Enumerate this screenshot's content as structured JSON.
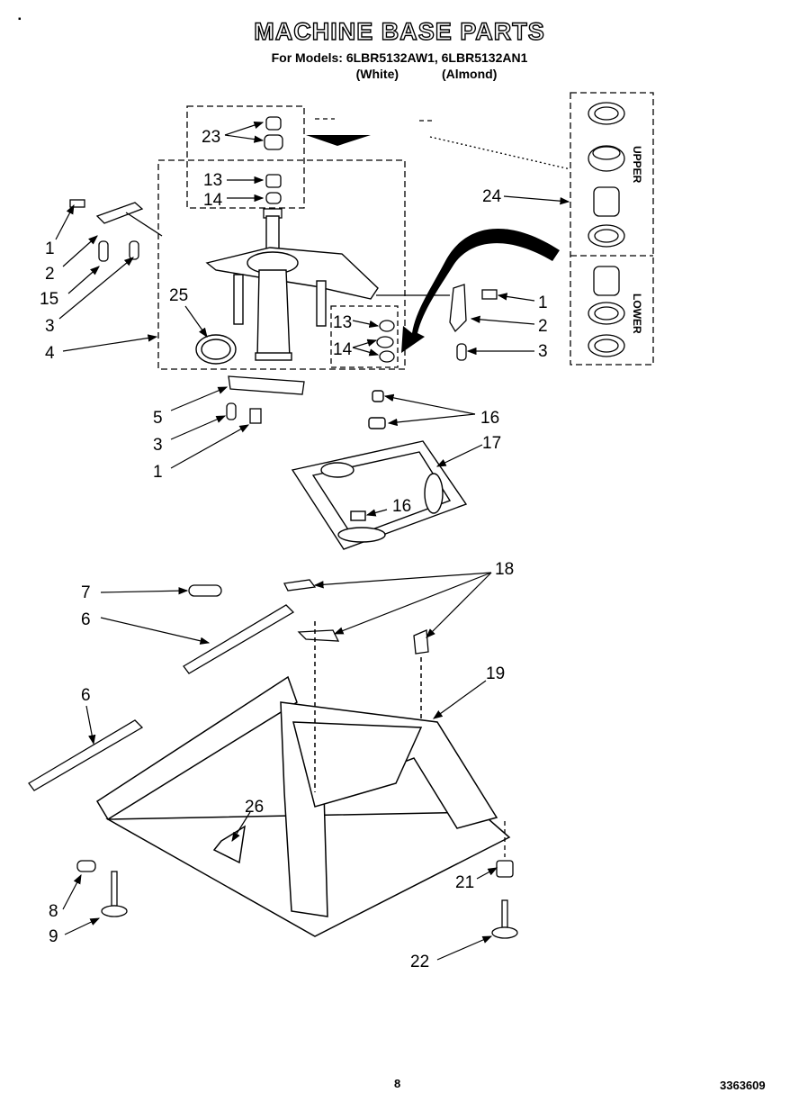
{
  "header": {
    "title": "MACHINE BASE PARTS",
    "models_line": "For Models: 6LBR5132AW1, 6LBR5132AN1",
    "variant_white": "(White)",
    "variant_almond": "(Almond)"
  },
  "kit_box": {
    "upper_label": "UPPER",
    "lower_label": "LOWER"
  },
  "callouts": {
    "c1a": "1",
    "c2a": "2",
    "c15": "15",
    "c3a": "3",
    "c4": "4",
    "c25": "25",
    "c23": "23",
    "c13a": "13",
    "c14a": "14",
    "c24": "24",
    "c1b": "1",
    "c2b": "2",
    "c3b": "3",
    "c13b": "13",
    "c14b": "14",
    "c5": "5",
    "c3c": "3",
    "c1c": "1",
    "c16a": "16",
    "c17": "17",
    "c16b": "16",
    "c7": "7",
    "c6a": "6",
    "c18": "18",
    "c6b": "6",
    "c19": "19",
    "c26": "26",
    "c21": "21",
    "c8": "8",
    "c9": "9",
    "c22": "22"
  },
  "footer": {
    "page_number": "8",
    "doc_number": "3363609"
  }
}
